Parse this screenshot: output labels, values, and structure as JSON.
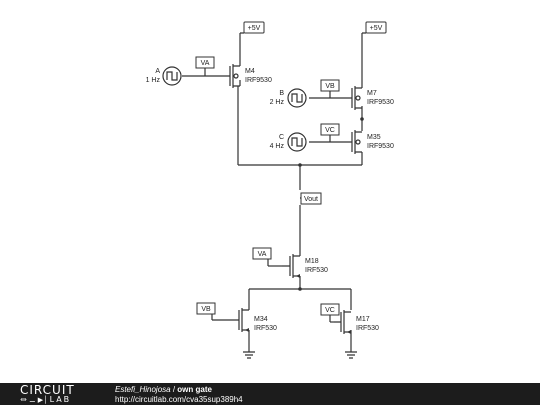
{
  "footer": {
    "logo_top": "CIRCUIT",
    "logo_bottom": "LAB",
    "author": "Estefi_Hinojosa",
    "separator": " / ",
    "title": "own gate",
    "url": "http://circuitlab.com/cva35sup389h4"
  },
  "sources": [
    {
      "id": "A",
      "freq": "1 Hz"
    },
    {
      "id": "B",
      "freq": "2 Hz"
    },
    {
      "id": "C",
      "freq": "4 Hz"
    }
  ],
  "rails": [
    {
      "label": "+5V"
    },
    {
      "label": "+5V"
    }
  ],
  "nets": {
    "va_a": "VA",
    "va_b": "VA",
    "vb_a": "VB",
    "vb_b": "VB",
    "vc_a": "VC",
    "vc_b": "VC",
    "vout": "Vout"
  },
  "transistors": [
    {
      "name": "M4",
      "model": "IRF9530"
    },
    {
      "name": "M7",
      "model": "IRF9530"
    },
    {
      "name": "M35",
      "model": "IRF9530"
    },
    {
      "name": "M18",
      "model": "IRF530"
    },
    {
      "name": "M34",
      "model": "IRF530"
    },
    {
      "name": "M17",
      "model": "IRF530"
    }
  ]
}
